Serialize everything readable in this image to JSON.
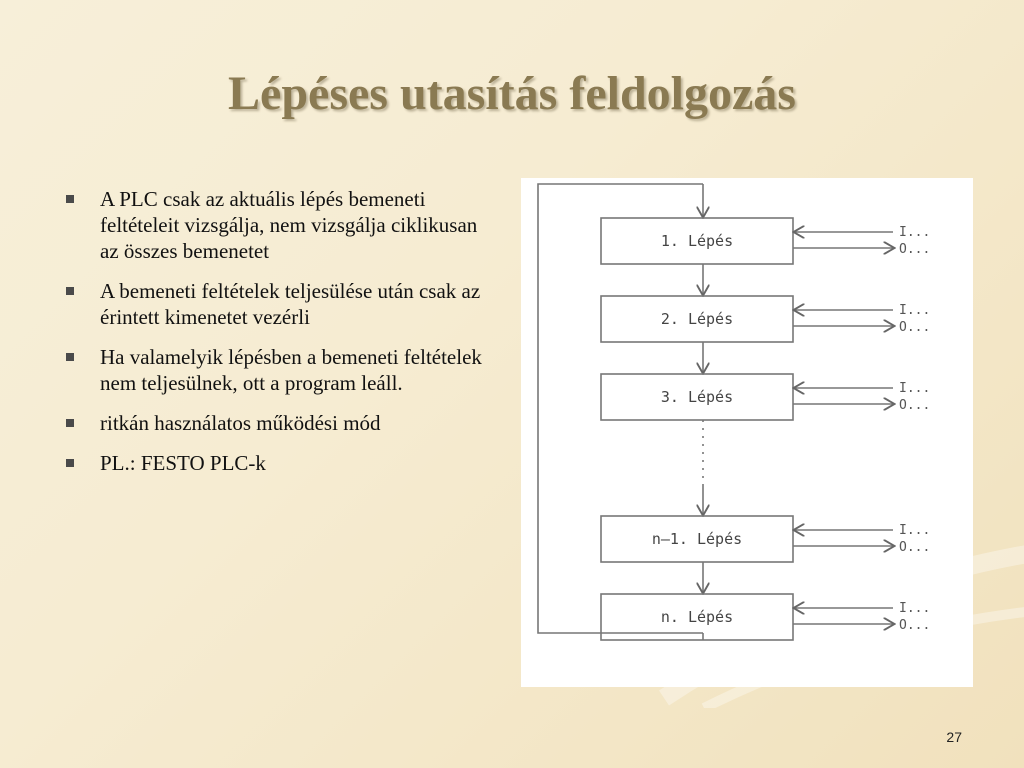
{
  "slide": {
    "title": "Lépéses utasítás feldolgozás",
    "page_number": "27"
  },
  "bullets": [
    {
      "text": "A PLC csak az aktuális lépés bemeneti feltételeit vizsgálja, nem vizsgálja ciklikusan az összes bemenetet"
    },
    {
      "text": "A bemeneti feltételek teljesülése után csak az érintett kimenetet vezérli"
    },
    {
      "text": "Ha valamelyik lépésben a bemeneti feltételek nem teljesülnek, ott a program  leáll."
    },
    {
      "text": "ritkán használatos működési mód"
    },
    {
      "text": "PL.: FESTO PLC-k"
    }
  ],
  "diagram": {
    "steps": [
      {
        "label": "1. Lépés",
        "input": "I...",
        "output": "O..."
      },
      {
        "label": "2. Lépés",
        "input": "I...",
        "output": "O..."
      },
      {
        "label": "3. Lépés",
        "input": "I...",
        "output": "O..."
      },
      {
        "label": "n—1. Lépés",
        "input": "I...",
        "output": "O..."
      },
      {
        "label": "n. Lépés",
        "input": "I...",
        "output": "O..."
      }
    ]
  }
}
